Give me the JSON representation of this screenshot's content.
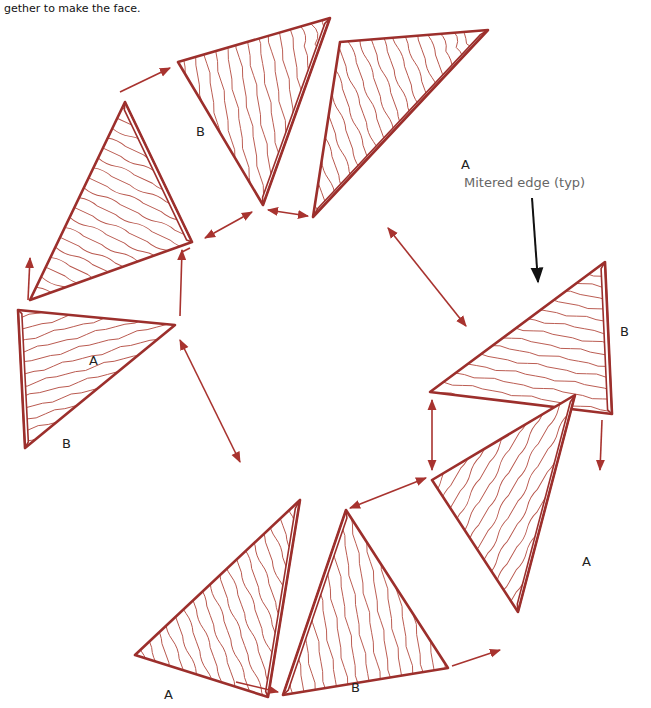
{
  "diagram": {
    "labels": [
      "gether to make the face.",
      "B",
      "A",
      "B",
      "A",
      "B",
      "A",
      "B",
      "A",
      "Mitered edge (typ)"
    ]
  }
}
